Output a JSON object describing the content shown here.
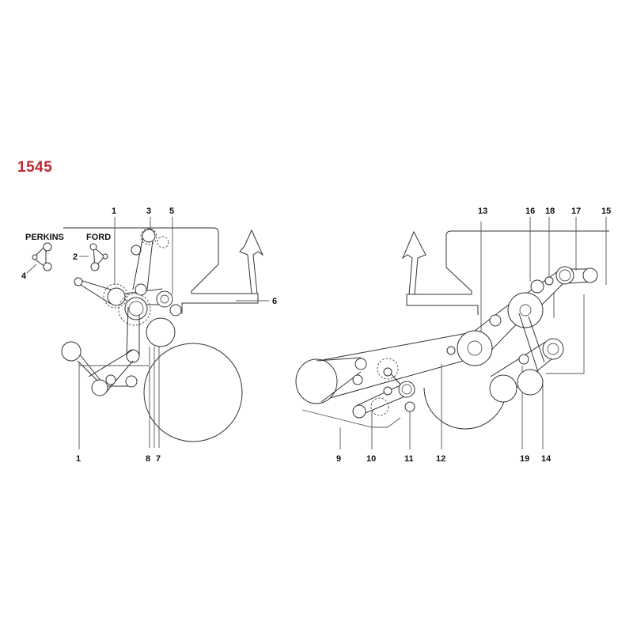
{
  "model": "1545",
  "accent_color": "#c0242f",
  "engines": {
    "perkins": "PERKINS",
    "ford": "FORD"
  },
  "callouts": {
    "c1_top": "1",
    "c3": "3",
    "c5": "5",
    "c2": "2",
    "c4": "4",
    "c6": "6",
    "c1_bottom": "1",
    "c8": "8",
    "c7": "7",
    "c13": "13",
    "c16": "16",
    "c18": "18",
    "c17": "17",
    "c15": "15",
    "c9": "9",
    "c10": "10",
    "c11": "11",
    "c12": "12",
    "c19": "19",
    "c14": "14"
  }
}
